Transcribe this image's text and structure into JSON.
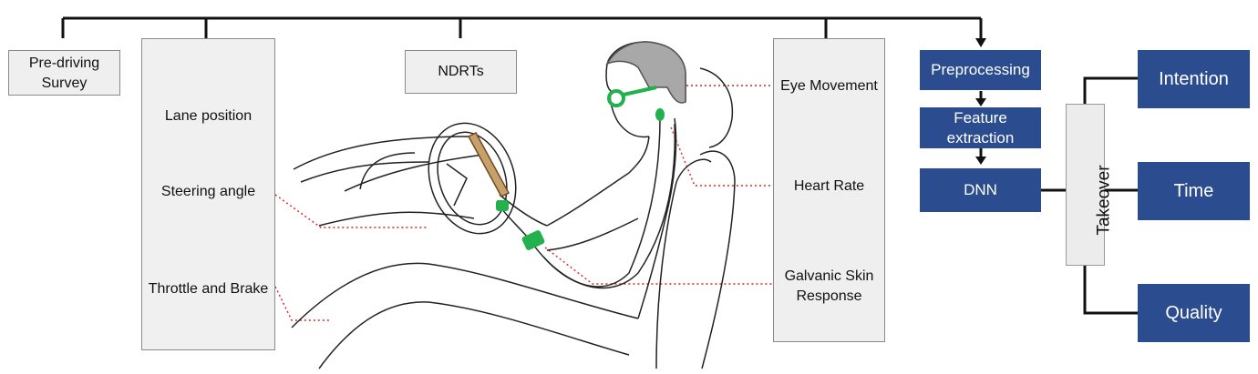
{
  "colors": {
    "accent_blue": "#2b4c8f",
    "sensor_green": "#22b14c",
    "connector_red": "#e02020",
    "box_gray": "#efefef"
  },
  "inputs": {
    "survey": "Pre-driving\nSurvey",
    "ndrts": "NDRTs"
  },
  "vehicle": {
    "lane_position": "Lane position",
    "steering_angle": "Steering angle",
    "throttle_brake": "Throttle and Brake"
  },
  "physio": {
    "eye_movement": "Eye Movement",
    "heart_rate": "Heart Rate",
    "gsr": "Galvanic Skin\nResponse"
  },
  "pipeline": {
    "preprocessing": "Preprocessing",
    "feature_extraction": "Feature\nextraction",
    "dnn": "DNN",
    "takeover": "Takeover"
  },
  "outputs": {
    "intention": "Intention",
    "time": "Time",
    "quality": "Quality"
  },
  "icons": [
    "lane-position-icon",
    "driver-illustration",
    "tablet-icon",
    "eye-tracker-icon",
    "heart-rate-sensor-icon",
    "gsr-wristband-icon"
  ]
}
